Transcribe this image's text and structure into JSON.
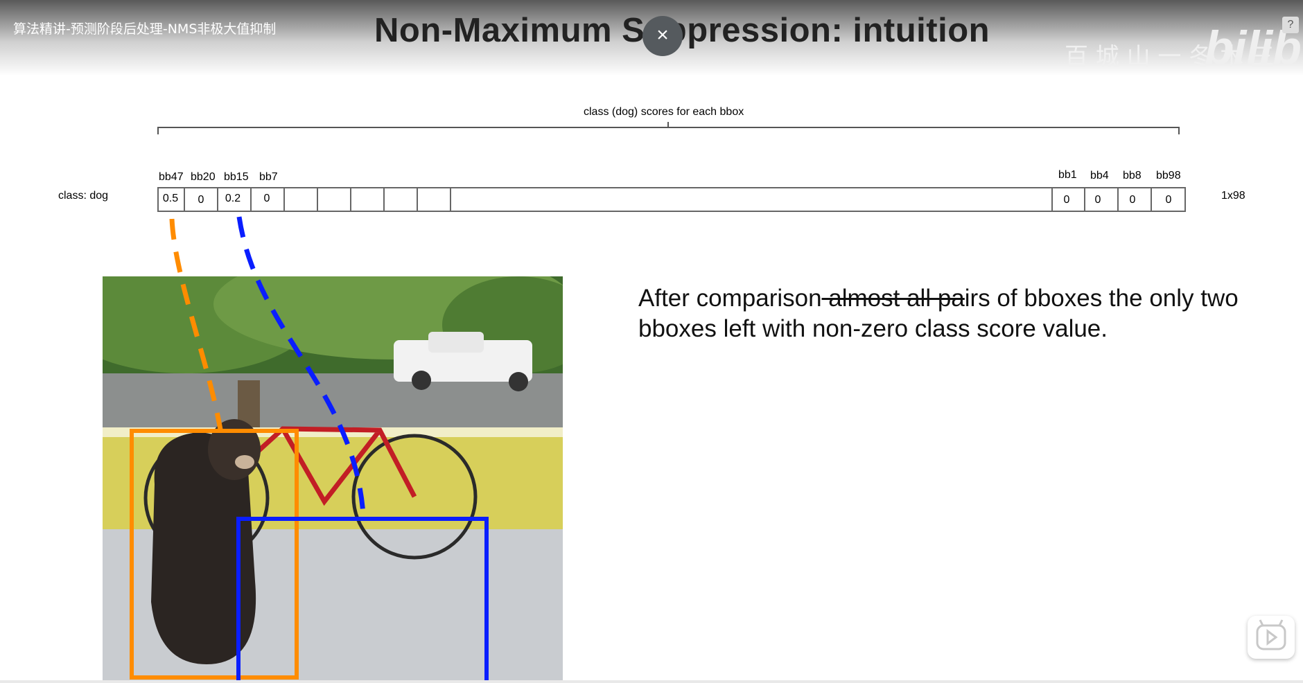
{
  "header": {
    "video_title": "算法精讲-预测阶段后处理-NMS非极大值抑制",
    "close_icon": "×",
    "help_icon": "?",
    "watermark_text": "百 城 山 一 冬 木 三",
    "watermark_logo": "bilibili"
  },
  "slide": {
    "title": "Non-Maximum Suppression: intuition",
    "scores_label": "class (dog) scores for each bbox",
    "row_label": "class: dog",
    "dims_label": "1x98",
    "left_cells": [
      {
        "header": "bb47",
        "value": "0.5"
      },
      {
        "header": "bb20",
        "value": "0"
      },
      {
        "header": "bb15",
        "value": "0.2"
      },
      {
        "header": "bb7",
        "value": "0"
      }
    ],
    "right_cells": [
      {
        "header": "bb1",
        "value": "0"
      },
      {
        "header": "bb4",
        "value": "0"
      },
      {
        "header": "bb8",
        "value": "0"
      },
      {
        "header": "bb98",
        "value": "0"
      }
    ],
    "note_prefix": "After comparison",
    "note_struck": " almost all pa",
    "note_suffix": "irs of bboxes the only two bboxes left with non-zero class score value.",
    "colors": {
      "bb47_box": "#ff8c00",
      "bb15_box": "#0a1eff"
    }
  }
}
